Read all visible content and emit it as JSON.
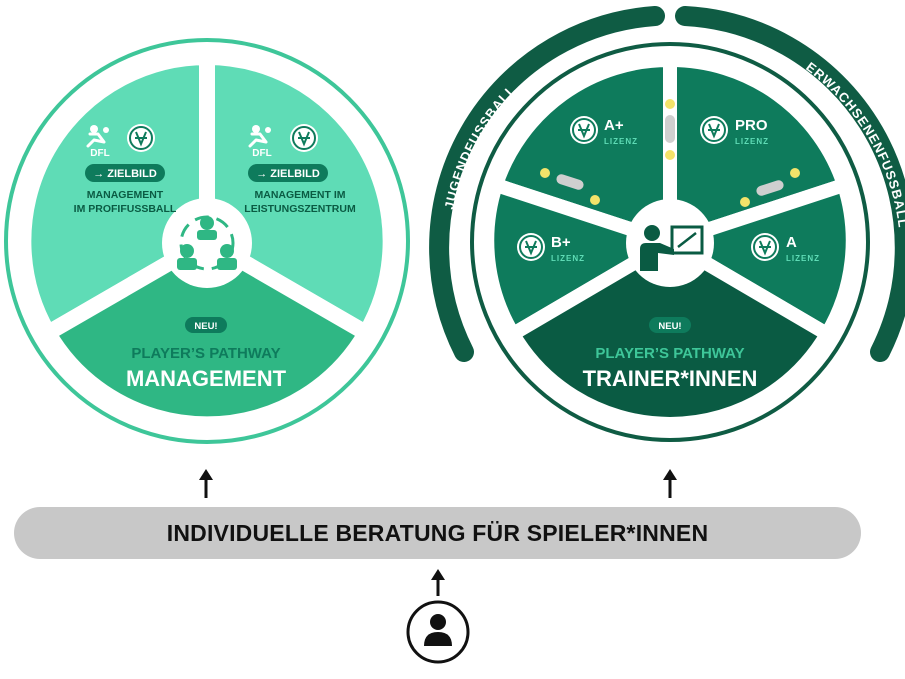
{
  "colors": {
    "light_green": "#5fdcb6",
    "light_green_border": "#3ec699",
    "mid_green": "#2fb784",
    "dark_green": "#0e7b5c",
    "darker_green": "#0a5b43",
    "arc_green": "#0f5c44",
    "bar_grey": "#c8c8c8",
    "accent_yellow": "#f3e36a"
  },
  "left_wheel": {
    "segments": [
      {
        "logo_text": "DFL",
        "tag": "ZIELBILD",
        "line1": "MANAGEMENT",
        "line2": "IM PROFIFUSSBALL"
      },
      {
        "logo_text": "DFL",
        "tag": "ZIELBILD",
        "line1": "MANAGEMENT IM",
        "line2": "LEISTUNGSZENTRUM"
      }
    ],
    "badge": "NEU!",
    "title_small": "PLAYER’S PATHWAY",
    "title_big": "MANAGEMENT"
  },
  "right_wheel": {
    "arc_left": "JUGENDFUSSBALL",
    "arc_right": "ERWACHSENENFUSSBALL",
    "licenses": [
      {
        "grade": "A+",
        "sub": "LIZENZ"
      },
      {
        "grade": "PRO",
        "sub": "LIZENZ"
      },
      {
        "grade": "B+",
        "sub": "LIZENZ"
      },
      {
        "grade": "A",
        "sub": "LIZENZ"
      }
    ],
    "badge": "NEU!",
    "title_small": "PLAYER’S PATHWAY",
    "title_big": "TRAINER*INNEN"
  },
  "bar": {
    "label": "INDIVIDUELLE BERATUNG FÜR SPIELER*INNEN"
  },
  "icons": {
    "dfb_logo": "dfb-logo-icon",
    "dfl_logo": "dfl-logo-icon",
    "team": "team-group-icon",
    "trainer": "trainer-board-icon",
    "person": "person-icon",
    "arrow": "arrow-up-icon"
  }
}
